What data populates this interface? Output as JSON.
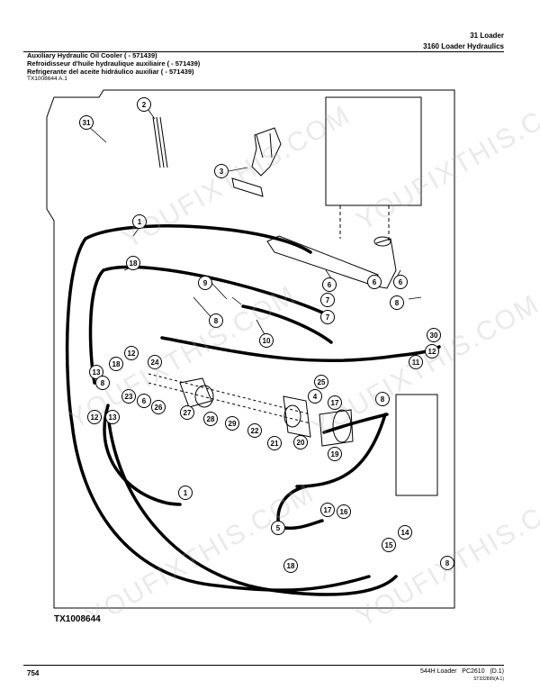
{
  "header": {
    "section": "31 Loader",
    "subsection": "3160 Loader Hydraulics"
  },
  "titles": [
    "Auxiliary Hydraulic Oil Cooler ( - 571439)",
    "Refroidisseur d'huile hydraulique auxiliaire ( - 571439)",
    "Refrigerante del aceite hidráulico auxiliar ( - 571439)"
  ],
  "figure": {
    "ref_top": "TX1008644 A.1",
    "id_bottom": "TX1008644",
    "callouts": [
      "31",
      "2",
      "3",
      "1",
      "18",
      "9",
      "7",
      "8",
      "10",
      "6",
      "6",
      "7",
      "8",
      "30",
      "11",
      "12",
      "24",
      "25",
      "13",
      "18",
      "8",
      "23",
      "6",
      "26",
      "27",
      "28",
      "29",
      "22",
      "4",
      "21",
      "17",
      "20",
      "19",
      "13",
      "12",
      "1",
      "8",
      "17",
      "16",
      "5",
      "14",
      "15",
      "18",
      "8",
      "6",
      "12"
    ]
  },
  "footer": {
    "page": "754",
    "model": "544H Loader",
    "code": "PC2610",
    "rev": "(D.1)",
    "tracking": "ST332895(A.1)"
  },
  "watermark": "YOUFIXTHIS.COM"
}
